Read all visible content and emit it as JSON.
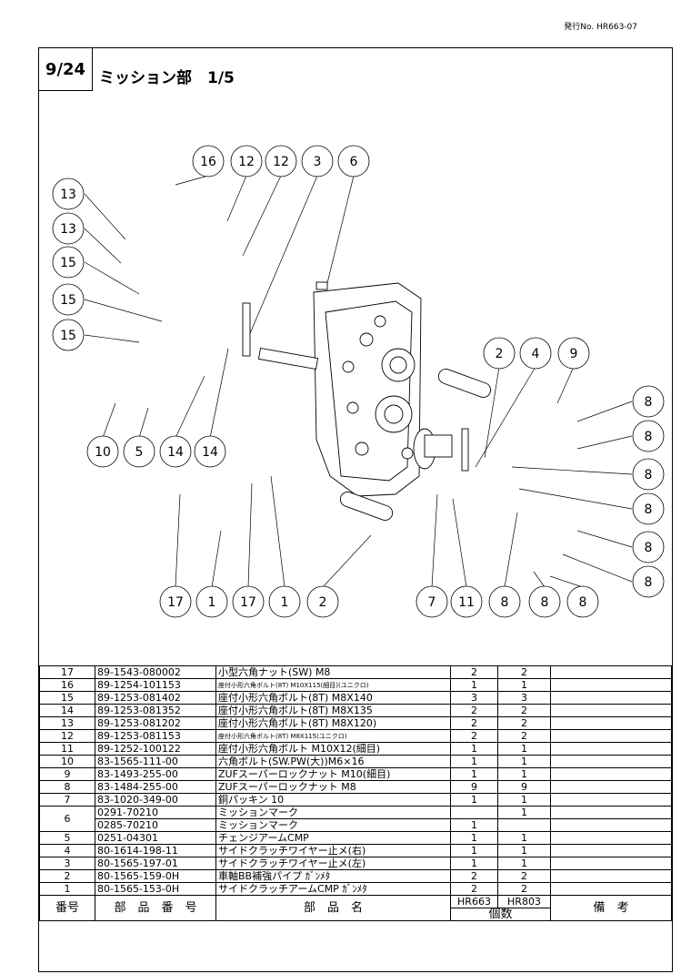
{
  "header": {
    "issue": "発行No. HR663-07"
  },
  "page": {
    "number": "9/24",
    "title": "ミッション部　1/5"
  },
  "callouts": [
    "16",
    "12",
    "12",
    "3",
    "6",
    "13",
    "13",
    "15",
    "15",
    "15",
    "2",
    "4",
    "9",
    "8",
    "8",
    "8",
    "8",
    "8",
    "8",
    "10",
    "5",
    "14",
    "14",
    "17",
    "1",
    "17",
    "1",
    "2",
    "7",
    "11",
    "8",
    "8",
    "8"
  ],
  "table": {
    "headers": {
      "no": "番号",
      "part_no": "部　品　番　号",
      "name": "部　品　名",
      "qty_a": "HR663",
      "qty_b": "HR803",
      "qty_label": "個数",
      "note": "備　考"
    },
    "rows": [
      {
        "no": "17",
        "part": "89-1543-080002",
        "name": "小型六角ナット(SW) M8",
        "a": "2",
        "b": "2",
        "small": false
      },
      {
        "no": "16",
        "part": "89-1254-101153",
        "name": "座付小形六角ボルト(8T) M10X115(細目)(ユニクロ)",
        "a": "1",
        "b": "1",
        "small": true
      },
      {
        "no": "15",
        "part": "89-1253-081402",
        "name": "座付小形六角ボルト(8T) M8X140",
        "a": "3",
        "b": "3",
        "small": false
      },
      {
        "no": "14",
        "part": "89-1253-081352",
        "name": "座付小形六角ボルト(8T)  M8X135",
        "a": "2",
        "b": "2",
        "small": false
      },
      {
        "no": "13",
        "part": "89-1253-081202",
        "name": "座付小形六角ボルト(8T)  M8X120)",
        "a": "2",
        "b": "2",
        "small": false
      },
      {
        "no": "12",
        "part": "89-1253-081153",
        "name": "座付小形六角ボルト(8T) M8X115(ユニクロ)",
        "a": "2",
        "b": "2",
        "small": true
      },
      {
        "no": "11",
        "part": "89-1252-100122",
        "name": "座付小形六角ボルト M10X12(細目)",
        "a": "1",
        "b": "1",
        "small": false
      },
      {
        "no": "10",
        "part": "83-1565-111-00",
        "name": "六角ボルト(SW.PW(大))M6×16",
        "a": "1",
        "b": "1",
        "small": false
      },
      {
        "no": "9",
        "part": "83-1493-255-00",
        "name": "ZUFスーパーロックナット M10(細目)",
        "a": "1",
        "b": "1",
        "small": false
      },
      {
        "no": "8",
        "part": "83-1484-255-00",
        "name": "ZUFスーパーロックナット M8",
        "a": "9",
        "b": "9",
        "small": false
      },
      {
        "no": "7",
        "part": "83-1020-349-00",
        "name": "銅パッキン 10",
        "a": "1",
        "b": "1",
        "small": false
      }
    ],
    "row6": [
      {
        "part": "0291-70210",
        "name": "ミッションマーク",
        "a": "",
        "b": "1"
      },
      {
        "part": "0285-70210",
        "name": "ミッションマーク",
        "a": "1",
        "b": ""
      }
    ],
    "row6_no": "6",
    "rows_tail": [
      {
        "no": "5",
        "part": "0251-04301",
        "name": "チェンジアームCMP",
        "a": "1",
        "b": "1"
      },
      {
        "no": "4",
        "part": "80-1614-198-11",
        "name": "サイドクラッチワイヤー止メ(右)",
        "a": "1",
        "b": "1"
      },
      {
        "no": "3",
        "part": "80-1565-197-01",
        "name": "サイドクラッチワイヤー止メ(左)",
        "a": "1",
        "b": "1"
      },
      {
        "no": "2",
        "part": "80-1565-159-0H",
        "name": "車軸BB補強パイプ ｶﾞﾝﾒﾀ",
        "a": "2",
        "b": "2"
      },
      {
        "no": "1",
        "part": "80-1565-153-0H",
        "name": "サイドクラッチアームCMP ｶﾞﾝﾒﾀ",
        "a": "2",
        "b": "2"
      }
    ]
  }
}
